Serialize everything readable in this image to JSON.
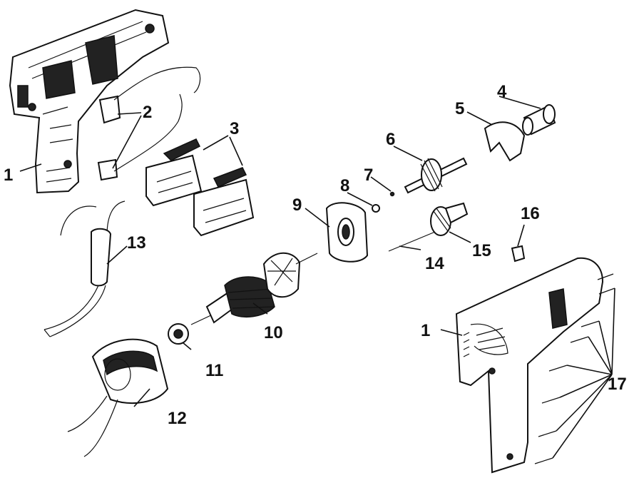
{
  "labels": {
    "l1a": "1",
    "l2": "2",
    "l3": "3",
    "l4": "4",
    "l5": "5",
    "l6": "6",
    "l7": "7",
    "l8": "8",
    "l9": "9",
    "l10": "10",
    "l11": "11",
    "l12": "12",
    "l13": "13",
    "l14": "14",
    "l15": "15",
    "l16": "16",
    "l1b": "1",
    "l17": "17"
  }
}
